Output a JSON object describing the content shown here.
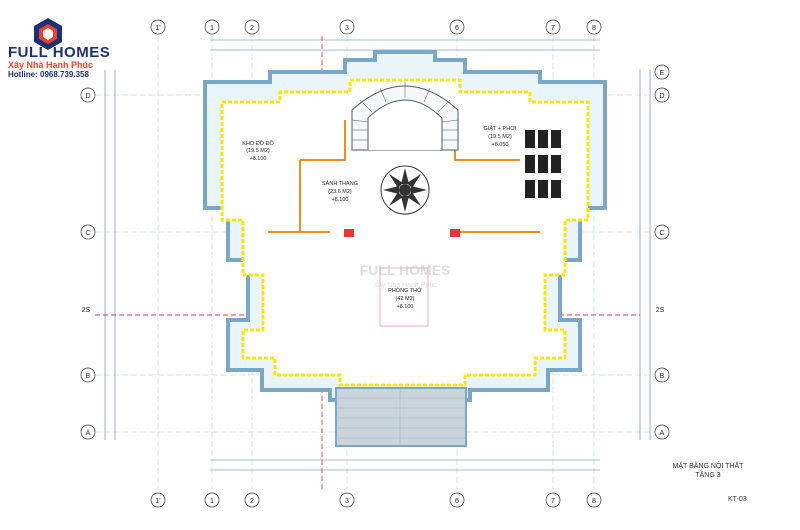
{
  "brand": {
    "name": "FULL HOMES",
    "slogan": "Xây Nhà Hạnh Phúc",
    "hotline": "Hotline: 0968.739.358"
  },
  "drawing": {
    "title_line1": "MẶT BẰNG NỘI THẤT",
    "title_line2": "TẦNG 3",
    "sheet_code": "KT-03",
    "watermark": "FULL HOMES",
    "watermark_sub": "Xây Nhà Hạnh Phúc"
  },
  "grid": {
    "top": [
      "1'",
      "1",
      "2",
      "3",
      "6",
      "7",
      "8"
    ],
    "bottom": [
      "1'",
      "1",
      "2",
      "3",
      "6",
      "7",
      "8"
    ],
    "left": [
      "D",
      "C",
      "B",
      "A"
    ],
    "right": [
      "E",
      "D",
      "C",
      "B",
      "A"
    ],
    "centerline_label": "2S"
  },
  "rooms": [
    {
      "name": "KHO ĐỒ ĐỒ",
      "area": "(19.5 M2)",
      "level": "+8.100"
    },
    {
      "name": "SẢNH THANG",
      "area": "(23.6 M2)",
      "level": "+8.100"
    },
    {
      "name": "GIẶT + PHƠI",
      "area": "(19.5 M2)",
      "level": "+8.050"
    },
    {
      "name": "PHÒNG THỜ",
      "area": "(42 M2)",
      "level": "+8.100"
    }
  ],
  "colors": {
    "wall": "#7aa7c7",
    "highlight": "#ffe600",
    "accent_red": "#e53935",
    "accent_orange": "#f08a24",
    "brand_blue": "#1e2f7a"
  }
}
